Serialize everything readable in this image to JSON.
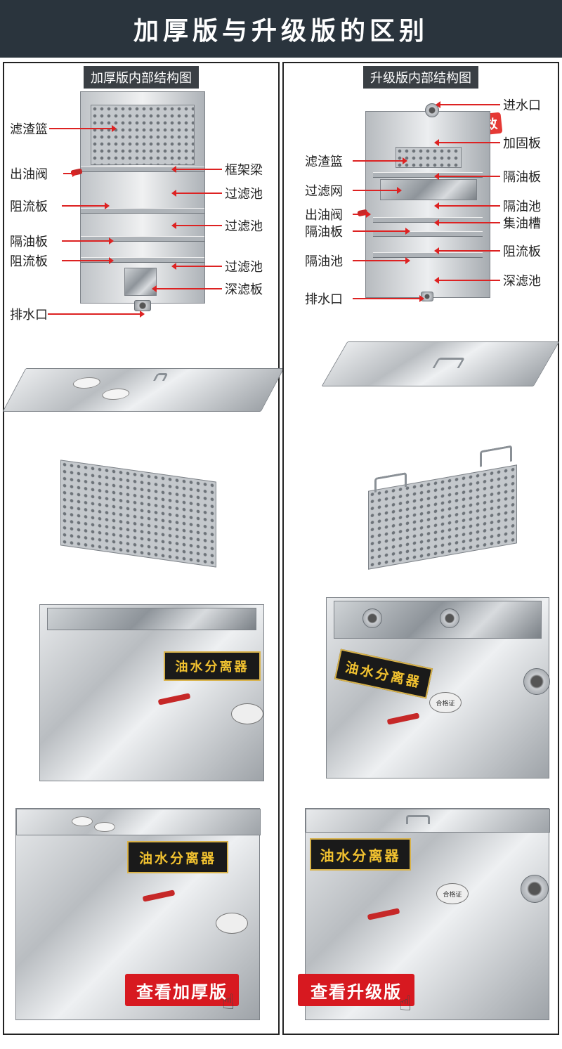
{
  "header": {
    "title": "加厚版与升级版的区别"
  },
  "left_panel": {
    "title": "加厚版内部结构图",
    "labels_left": [
      "滤渣篮",
      "出油阀",
      "阻流板",
      "隔油板",
      "阻流板",
      "排水口"
    ],
    "labels_right": [
      "框架梁",
      "过滤池",
      "过滤池",
      "过滤池",
      "深滤板"
    ],
    "sign_text": "油水分离器",
    "button_label": "查看加厚版"
  },
  "right_panel": {
    "title": "升级版内部结构图",
    "badge": "高效",
    "labels_left": [
      "滤渣篮",
      "过滤网",
      "出油阀",
      "隔油板",
      "隔油池",
      "排水口"
    ],
    "labels_right": [
      "进水口",
      "加固板",
      "隔油板",
      "隔油池",
      "集油槽",
      "阻流板",
      "深滤池"
    ],
    "sign_text": "油水分离器",
    "cert_text": "合格证",
    "button_label": "查看升级版"
  }
}
